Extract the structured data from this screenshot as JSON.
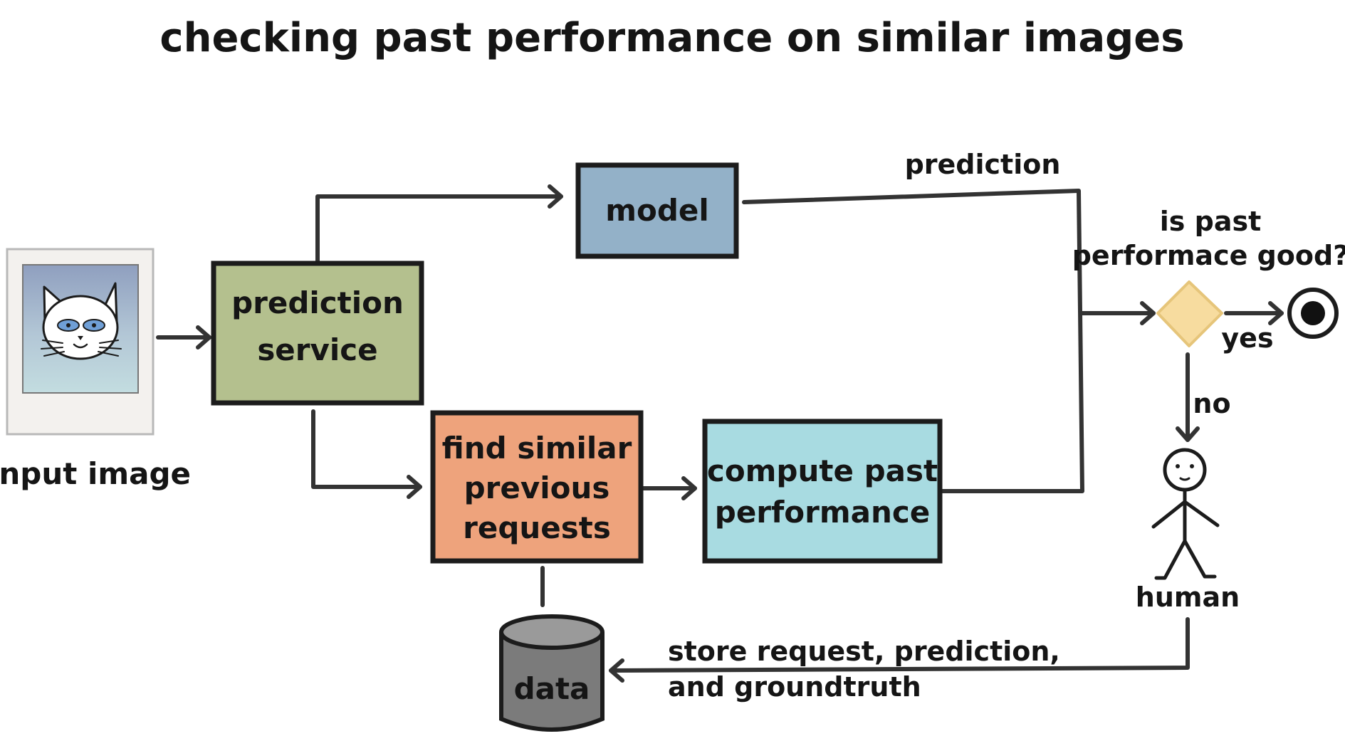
{
  "title": "checking past performance on similar images",
  "input": {
    "caption": "input image"
  },
  "nodes": {
    "prediction_service": {
      "lines": [
        "prediction",
        "service"
      ],
      "color": "#b4c08e"
    },
    "model": {
      "lines": [
        "model"
      ],
      "color": "#93b1c8"
    },
    "find_similar": {
      "lines": [
        "find similar",
        "previous",
        "requests"
      ],
      "color": "#eea37c"
    },
    "compute_past": {
      "lines": [
        "compute past",
        "performance"
      ],
      "color": "#a8dbe1"
    },
    "data": {
      "label": "data",
      "color": "#7b7b7b"
    },
    "decision": {
      "lines": [
        "is past",
        "performace good?"
      ],
      "color": "#f7dc9f"
    },
    "human": {
      "label": "human"
    }
  },
  "edges": {
    "prediction": "prediction",
    "yes": "yes",
    "no": "no",
    "store": [
      "store request, prediction,",
      "and groundtruth"
    ]
  },
  "colors": {
    "stroke": "#1c1c1c",
    "arrow": "#333333",
    "photo_sky": "#8f9fbf",
    "photo_ground": "#c3dde0",
    "cat_eyes": "#6f9fd6"
  },
  "icons": [
    "cat-photo-icon",
    "database-icon",
    "end-state-icon",
    "stick-figure-icon",
    "decision-diamond-icon"
  ]
}
